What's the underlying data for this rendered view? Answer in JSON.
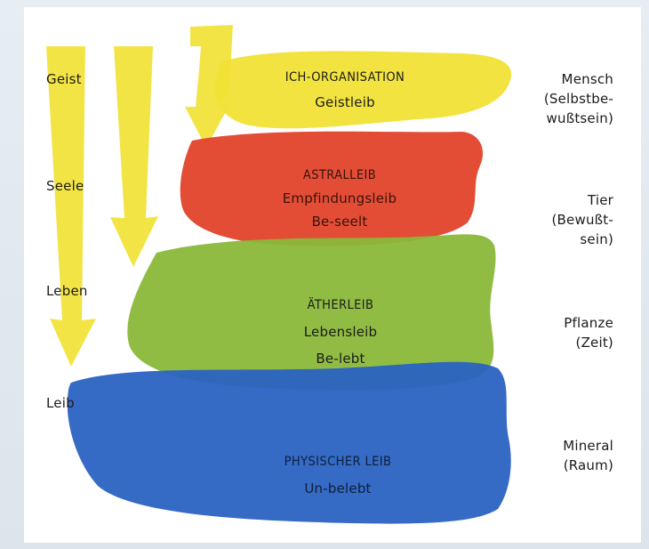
{
  "colors": {
    "yellow": "#f2e236",
    "red": "#e2432b",
    "green": "#8ab83a",
    "blue": "#2a62c2"
  },
  "left_axis": {
    "geist": "Geist",
    "seele": "Seele",
    "leben": "Leben",
    "leib": "Leib"
  },
  "bands": {
    "ich": {
      "title": "ICH-ORGANISATION",
      "sub": "Geistleib"
    },
    "astral": {
      "title": "ASTRALLEIB",
      "sub1": "Empfindungsleib",
      "sub2": "Be-seelt"
    },
    "aether": {
      "title": "ÄTHERLEIB",
      "sub1": "Lebensleib",
      "sub2": "Be-lebt"
    },
    "physisch": {
      "title": "PHYSISCHER LEIB",
      "sub": "Un-belebt"
    }
  },
  "right_labels": {
    "mensch": "Mensch\n(Selbstbe-\nwußtsein)",
    "tier": "Tier\n(Bewußt-\nsein)",
    "pflanze": "Pflanze\n(Zeit)",
    "mineral": "Mineral\n(Raum)"
  }
}
